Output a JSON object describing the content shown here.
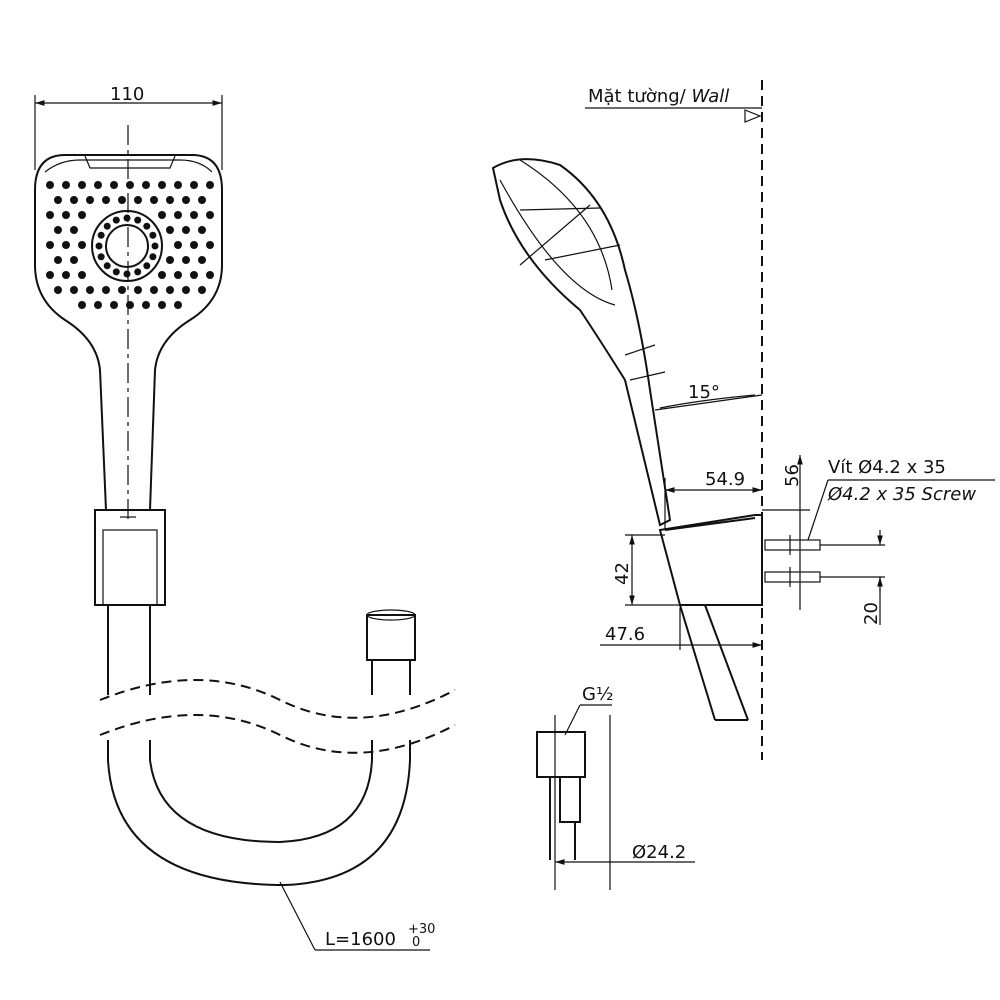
{
  "front_view": {
    "width_dim": "110"
  },
  "side_view": {
    "wall_label": "Mặt tường/ ",
    "wall_label_en": "Wall",
    "angle": "15°",
    "depth_dim": "54.9",
    "bracket_offset_dim": "56",
    "bracket_height_dim": "42",
    "screw_spacing_dim": "20",
    "bracket_depth_dim": "47.6",
    "screw_label_vn": "Vít Ø4.2 x 35",
    "screw_label_en": "Ø4.2 x 35 Screw"
  },
  "connector": {
    "thread_label": "G½",
    "diameter_dim": "Ø24.2"
  },
  "hose": {
    "length_label": "L=1600",
    "tol_upper": "+30",
    "tol_lower": "0"
  }
}
